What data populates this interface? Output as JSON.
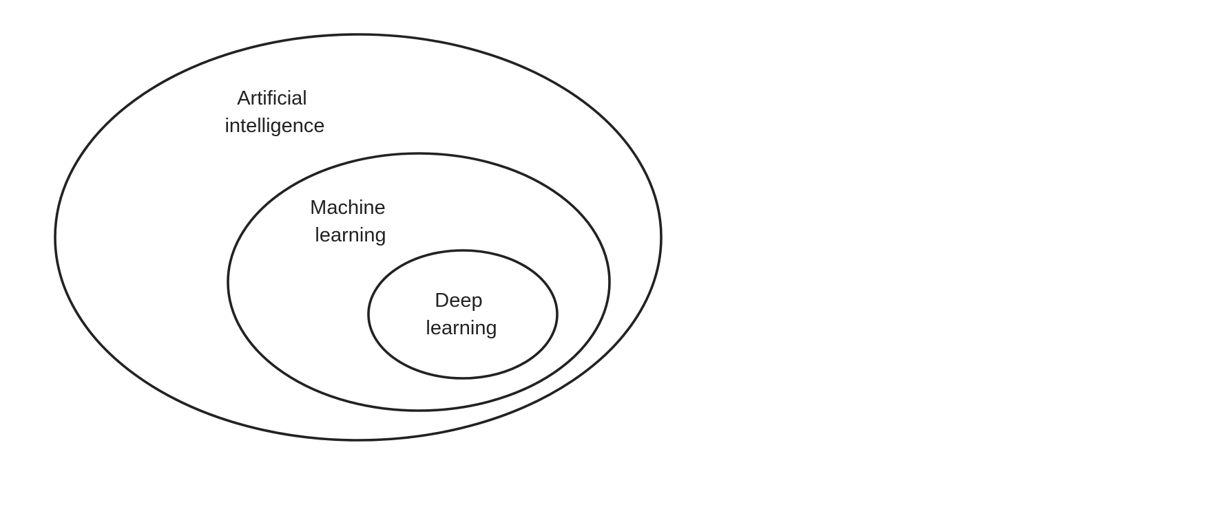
{
  "diagram": {
    "colors": {
      "stroke": "#222222",
      "text": "#222222",
      "background": "#ffffff"
    },
    "sets": [
      {
        "id": "ai",
        "label_lines": [
          "Artificial",
          "intelligence"
        ],
        "contains": "ml"
      },
      {
        "id": "ml",
        "label_lines": [
          "Machine",
          "learning"
        ],
        "contains": "dl"
      },
      {
        "id": "dl",
        "label_lines": [
          "Deep",
          "learning"
        ],
        "contains": null
      }
    ]
  }
}
